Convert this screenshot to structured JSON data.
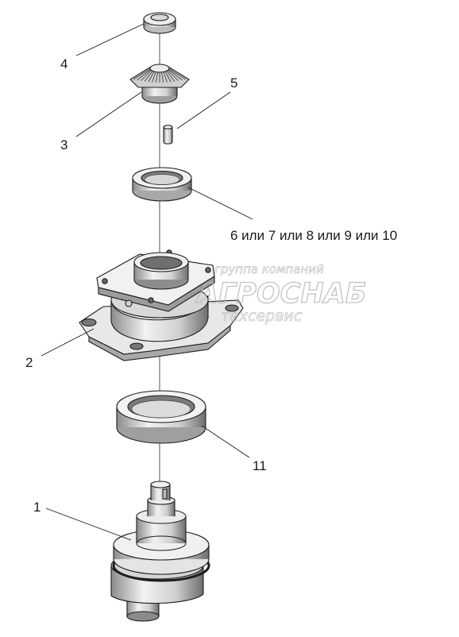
{
  "diagram": {
    "callouts": [
      {
        "id": "1",
        "label": "1"
      },
      {
        "id": "2",
        "label": "2"
      },
      {
        "id": "3",
        "label": "3"
      },
      {
        "id": "4",
        "label": "4"
      },
      {
        "id": "5",
        "label": "5"
      },
      {
        "id": "6",
        "label": "6 или 7 или 8 или 9 или 10"
      },
      {
        "id": "11",
        "label": "11"
      }
    ],
    "watermark": {
      "line1": "группа компаний",
      "line2": "АГРОСНАБ",
      "line3": "техсервис"
    },
    "colors": {
      "line": "#1e1e1e",
      "face_light": "#f4f4f4",
      "face_mid": "#dcdcdc",
      "face_dark": "#9a9a9a",
      "watermark": "#b9b9b9"
    }
  }
}
